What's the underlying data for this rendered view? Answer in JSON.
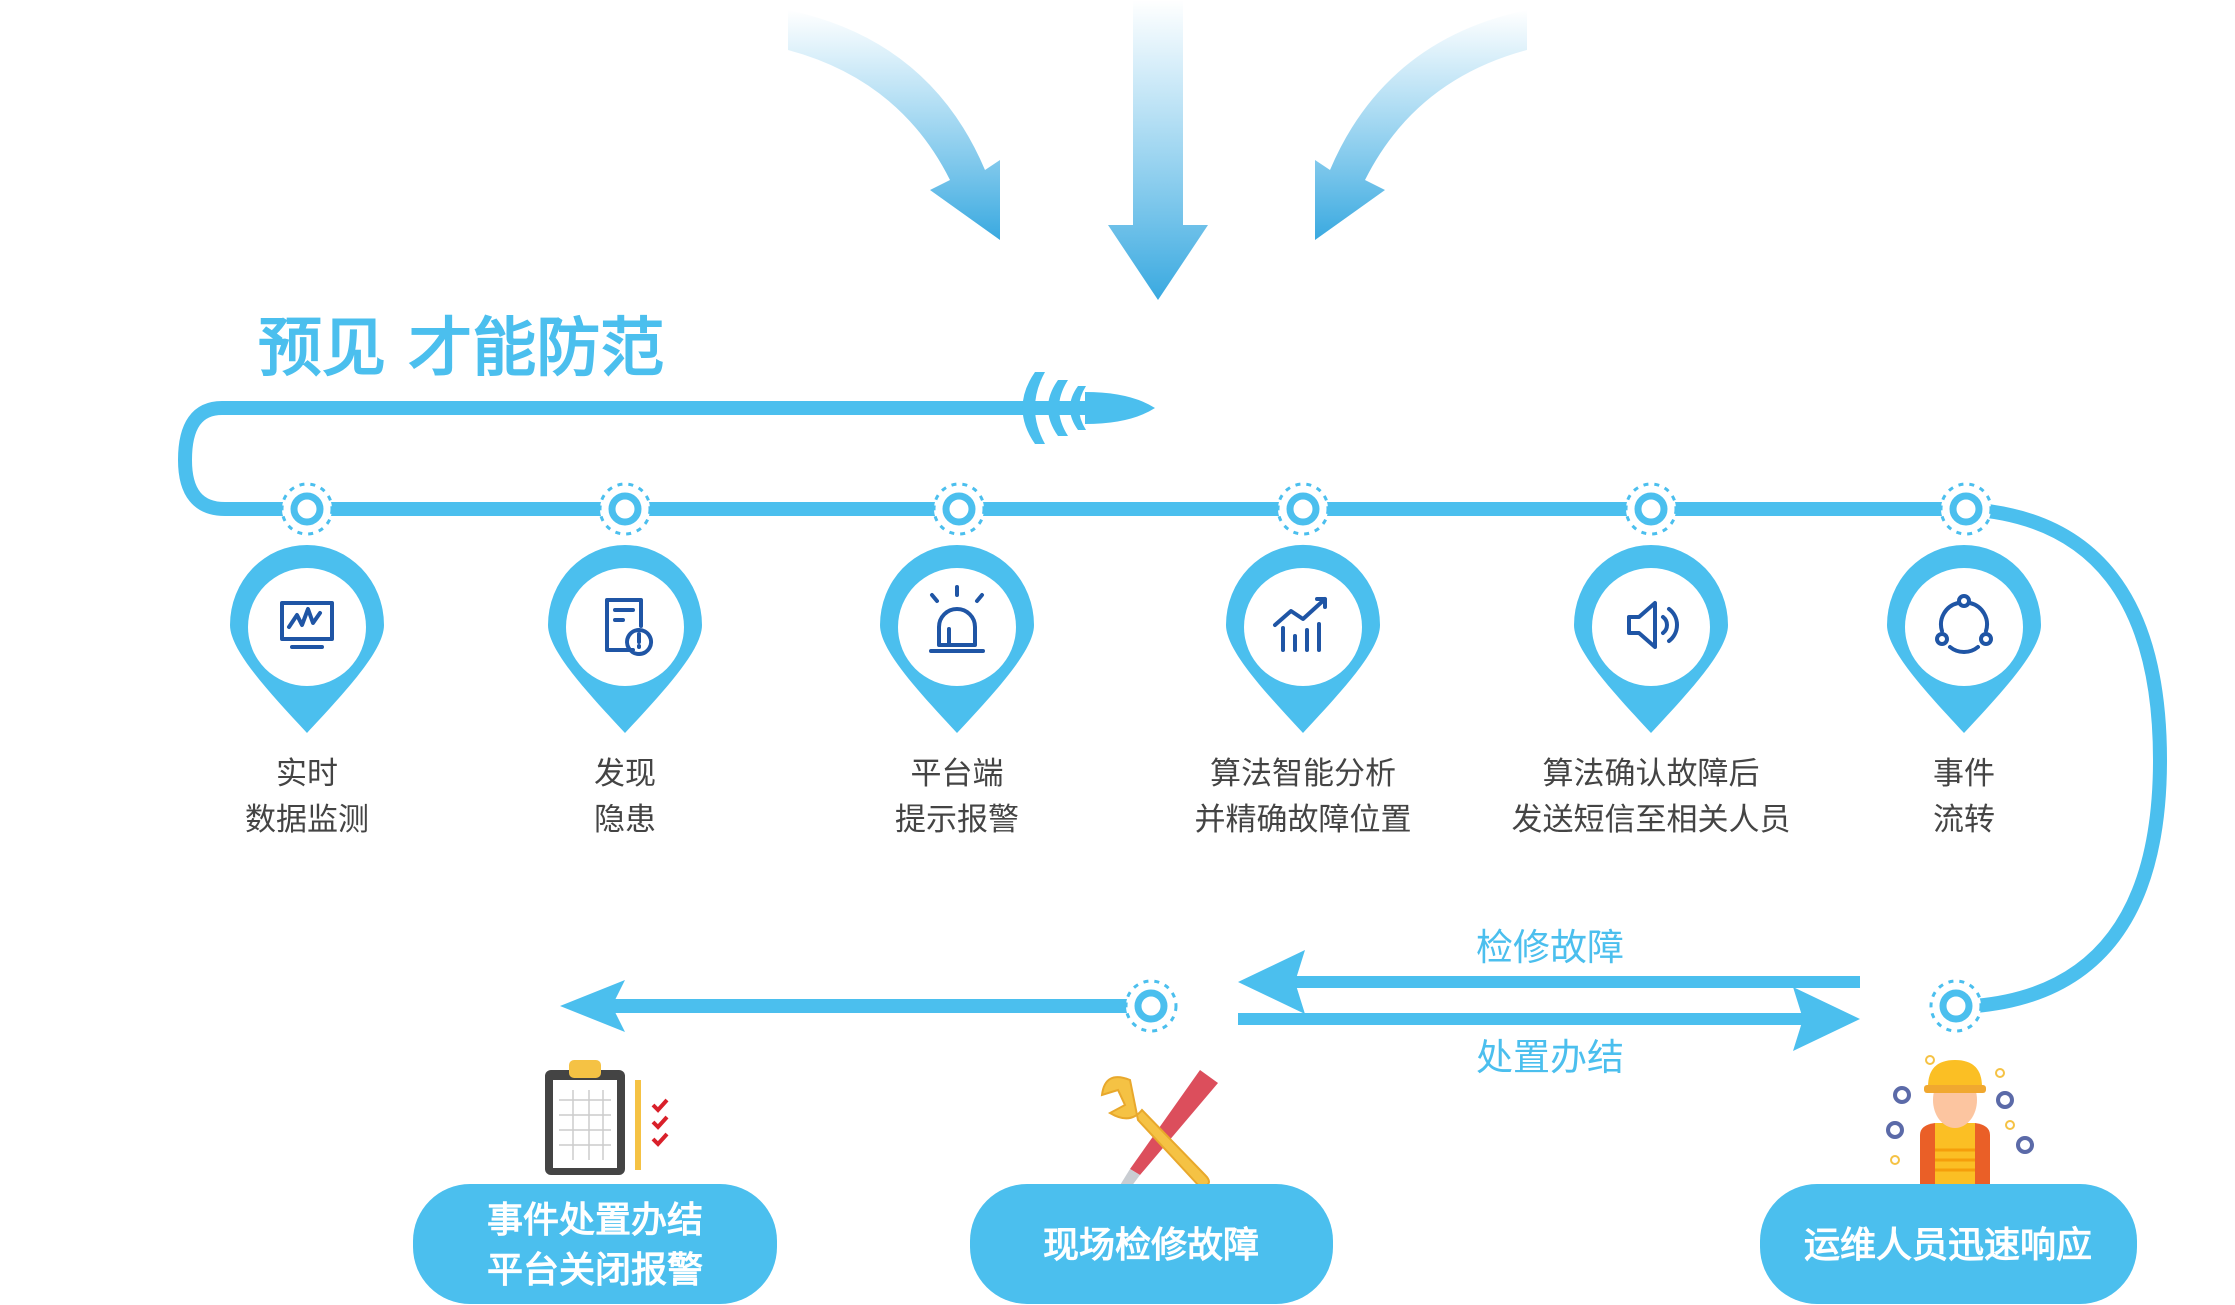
{
  "title": "预见 才能防范",
  "colors": {
    "accent": "#4bbfee",
    "icon": "#1f55a5",
    "text": "#444444"
  },
  "steps": [
    {
      "icon": "monitor-chart-icon",
      "line1": "实时",
      "line2": "数据监测"
    },
    {
      "icon": "document-alert-icon",
      "line1": "发现",
      "line2": "隐患"
    },
    {
      "icon": "alarm-light-icon",
      "line1": "平台端",
      "line2": "提示报警"
    },
    {
      "icon": "bar-chart-up-icon",
      "line1": "算法智能分析",
      "line2": "并精确故障位置"
    },
    {
      "icon": "speaker-icon",
      "line1": "算法确认故障后",
      "line2": "发送短信至相关人员"
    },
    {
      "icon": "cycle-icon",
      "line1": "事件",
      "line2": "流转"
    }
  ],
  "arrows": {
    "back": "检修故障",
    "forward": "处置办结"
  },
  "bottom": [
    {
      "icon": "clipboard-icon",
      "line1": "事件处置办结",
      "line2": "平台关闭报警"
    },
    {
      "icon": "wrench-screwdriver-icon",
      "line1": "现场检修故障"
    },
    {
      "icon": "worker-icon",
      "line1": "运维人员迅速响应"
    }
  ]
}
